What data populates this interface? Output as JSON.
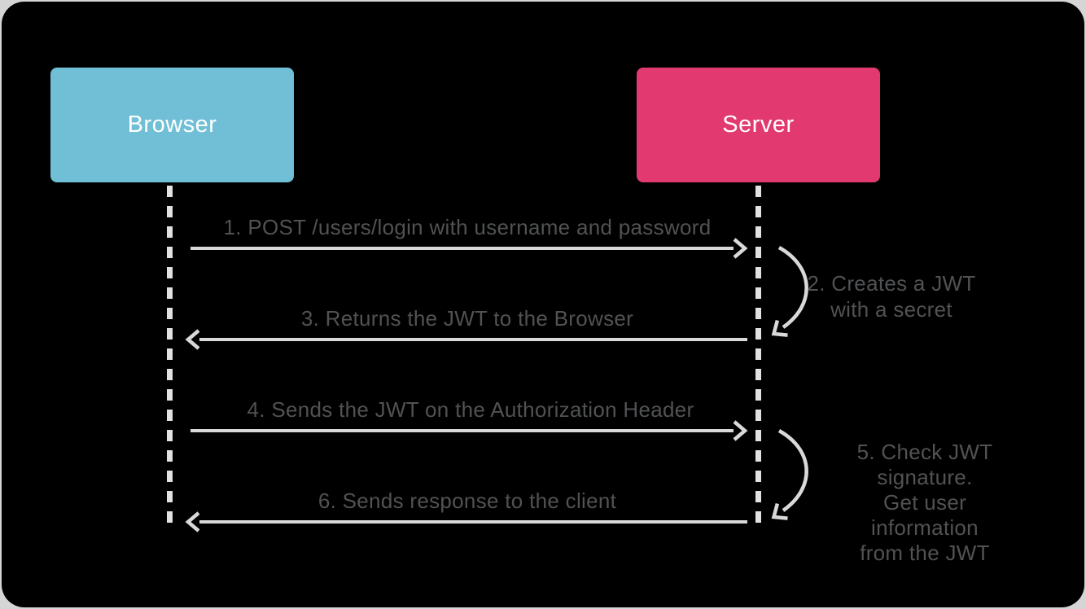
{
  "diagram": {
    "type": "sequence-diagram",
    "topic": "JWT authentication flow"
  },
  "actors": [
    {
      "id": "browser",
      "label": "Browser",
      "color": "#70bfd7"
    },
    {
      "id": "server",
      "label": "Server",
      "color": "#e23a70"
    }
  ],
  "messages": [
    {
      "num": "1",
      "label": "1. POST /users/login with username and password",
      "from": "browser",
      "to": "server",
      "kind": "arrow-right"
    },
    {
      "num": "2",
      "lines": [
        "2. Creates a JWT",
        "with a secret"
      ],
      "actor": "server",
      "kind": "self-loop"
    },
    {
      "num": "3",
      "label": "3. Returns the JWT to the Browser",
      "from": "server",
      "to": "browser",
      "kind": "arrow-left"
    },
    {
      "num": "4",
      "label": "4. Sends the JWT on the Authorization Header",
      "from": "browser",
      "to": "server",
      "kind": "arrow-right"
    },
    {
      "num": "5",
      "lines": [
        "5. Check JWT signature.",
        "Get user information",
        "from the JWT"
      ],
      "actor": "server",
      "kind": "self-loop"
    },
    {
      "num": "6",
      "label": "6. Sends response to the client",
      "from": "server",
      "to": "browser",
      "kind": "arrow-left"
    }
  ],
  "colors": {
    "background": "#000000",
    "outer_background": "#d5d5d5",
    "browser_box": "#70bfd7",
    "server_box": "#e23a70",
    "actor_text": "#ffffff",
    "label_text": "#515254",
    "arrow_line": "#d9d9d9",
    "lifeline": "#e2e2e2"
  }
}
